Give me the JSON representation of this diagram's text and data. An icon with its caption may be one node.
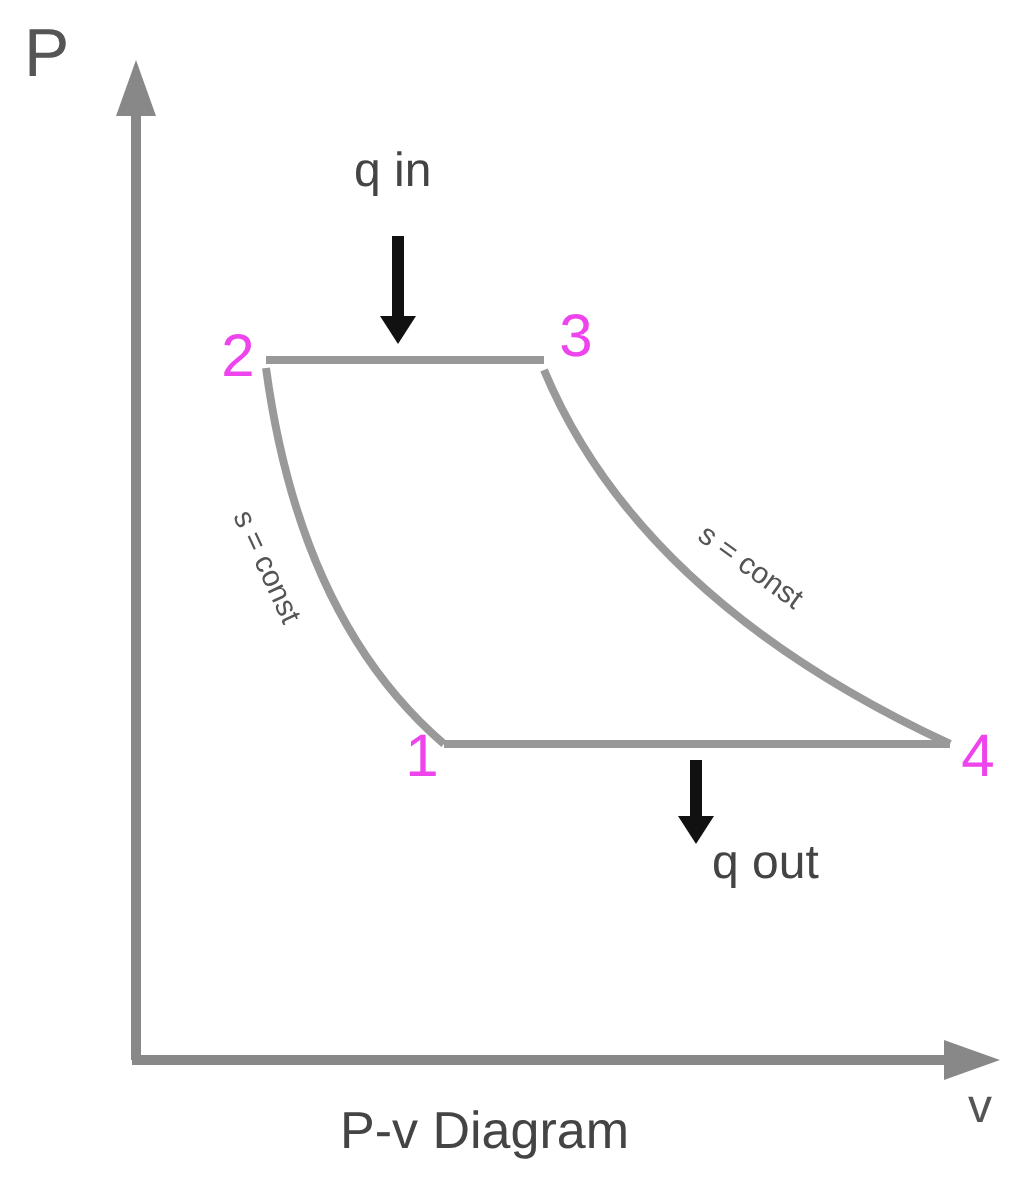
{
  "diagram": {
    "caption": "P-v Diagram",
    "nodes": [
      {
        "text": [
          "2"
        ]
      },
      {
        "text": [
          "3"
        ]
      },
      {
        "text": [
          "1"
        ]
      },
      {
        "text": [
          "4"
        ]
      }
    ],
    "edges": [
      {
        "from": 2,
        "to": 0,
        "arrow": "none",
        "label": "s = const"
      },
      {
        "from": 0,
        "to": 1,
        "arrow": "none"
      },
      {
        "from": 1,
        "to": 3,
        "arrow": "none",
        "label": "s = const"
      },
      {
        "from": 3,
        "to": 2,
        "arrow": "none"
      }
    ],
    "labels": [
      "P",
      "q in",
      "q out",
      "v"
    ]
  }
}
